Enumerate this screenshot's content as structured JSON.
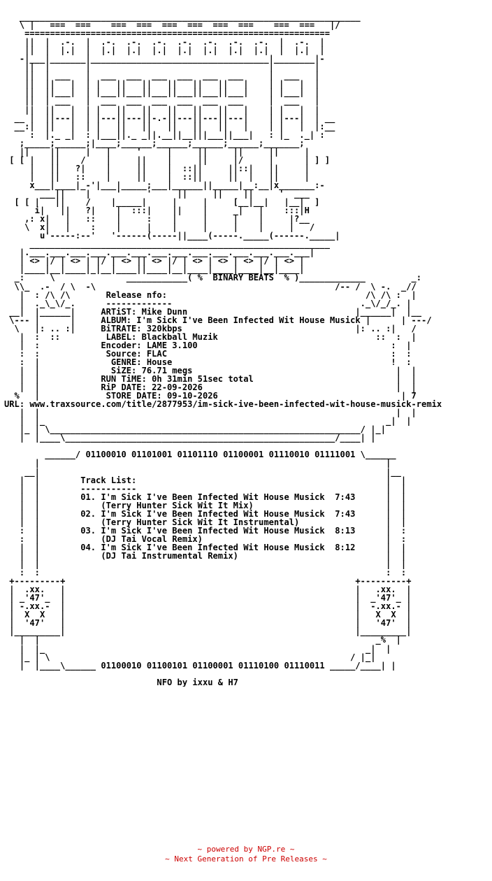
{
  "nfo": {
    "lines": [
      "   ___________________________________________________________________",
      "   \\ |   ===  ===    ===  ===  ===  ===  ===  ===    ===  ===   |/",
      "    ============================================================",
      "    ||  |  .-.  |  .-.  .-.  .-.  .-.  .-.  .-.  .-.  |  .-.  |",
      "    ||  |  |.|  |  |.|  |.|  |.|  |.|  |.|  |.|  |.|  |  |.|  |",
      "   -|___|_______|___________________________________|________|-",
      "    ||  |       |                                   |        |",
      "    ||  | ___   |  ___  ___  ___  ___  ___  ___     |  ___   |",
      "    ||  ||   |  | |   ||   ||   ||   ||   ||   |    | |   |  |",
      "    ||  ||___|  | |___||___||___||___||___||___|    | |___|  |",
      "    ||  | ___   |  ___  ___  ___  ___  ___  ___     |  ___   |",
      "    ||  ||   |  | |   ||   ||   ||   ||   ||   |    | |   |  |",
      "  __ |  ||---|  | |---||---||-.-||---||---||---|    | |---|  | __",
      "  __:|  ||   |  | |   ||   ||   ||   ||   ||   |    | |   |  |:__",
      "     :  |._ _|  : |___||._ _||.__||__|||___||___|   : |_  ._| :",
      "   ;_____;______;|____;______;______;______;______;_______;",
      "   ||    ||     |   |     '     |     ||     ||     ||     |",
      " [ [ |   ||    /    |     ||    |     ||     |/     |      | ] ]",
      "     |   ||   ?|    |     ||    |  ::||     ||::|   ||     |",
      "     |   ||   ::    |     ||    |  ::||     ||  |   ||     |",
      "     x___|____|_-'|___|_____;___|______||_____|__:__|x_______:-",
      "       ___||    |     '     '     ||     ||    ||     '  ___",
      "  [ [ |   ||    /    |_____|     |     |     [__|__|   |__|  ]",
      "      i|   ||   ?|    |  :::|    ||    |     _|   |    :::|H",
      "    ,: x|   |   ::    |     :    |     |     |    |     |?__",
      "    \\  x|   |    :    |     |    |     |     |    |     |   /",
      "       u'-----:--'   '------(-----||____(-----._____(------._____|",
      "     ___________________________________________________________",
      "   |.___.___.___.___.___.___.___.___.___.___.___.___.___.___|",
      "   | <> |/ | <> | |/ | <> || <> |/ | <> | <> | <> |/ | <> |",
      "   |____|__|____|_|__|____||____|__|____|____|____|__|____|",
      "  _:     \\              ____________( %  BINARY BEATS  % )_____________         _:",
      "  \\\\_  .-  / \\  -\\                                               /-- /  \\ -.  _//",
      "   |  : /\\ /\\       Release nfo:                                       /\\ /\\ :  |",
      "   |  ._\\_\\/_.      -------------                                     ._\\/_/_. |",
      " __|  |______|     ARTiST: Mike Dunn                                 |______|  |__",
      " \\--- |      |     ALBUM: I'm Sick I've Been Infected Wit House Musick |      | ---/",
      "  \\   |: .. :|     BiTRATE: 320kbps                                  |: .. :|   /",
      "   |  :  ::         LABEL: Blackball Muzik                               ::  :  |",
      "   |  :            Encoder: LAME 3.100                                      :  |",
      "   :  :             Source: FLAC                                            :  :",
      "   :  |              GENRE: House                                           !  :",
      "   |  |              SiZE: 76.71 megs                                        |  |",
      "   |  |            RUN TiME: 0h 31min 51sec total                            |  |",
      "   |  |            RiP DATE: 22-09-2026                                      |  |",
      "  %   |             STORE DATE: 09-10-2026                                    | 7",
      "URL: www.traxsource.com/title/2877953/im-sick-ive-been-infected-wit-house-musick-remix",
      "   |  |                                                                      |  |",
      "   |  |_                                                                   _|  |",
      "   |_ | \\_____________________________________________________________/ |_|",
      "   |  |____\\_____________________________________________________/____| |",
      "",
      "        ______/ 01100010 01101001 01101110 01100001 01110010 01111001 \\______",
      "      |                                                                    |",
      "    __|                                                                    |__",
      "   |  |        Track List:                                                 |  |",
      "   |  |        -----------                                                 |  |",
      "   |  |        01. I'm Sick I've Been Infected Wit House Musick  7:43      |  |",
      "   |  |            (Terry Hunter Sick Wit It Mix)                          |  |",
      "   |  |        02. I'm Sick I've Been Infected Wit House Musick  7:43      |  |",
      "   |  |            (Terry Hunter Sick Wit It Instrumental)                 |  |",
      "   :  |        03. I'm Sick I've Been Infected Wit House Musick  8:13      |  :",
      "   :  |            (DJ Tai Vocal Remix)                                    |  :",
      "   |  |        04. I'm Sick I've Been Infected Wit House Musick  8:12      |  |",
      "   |  |            (DJ Tai Instrumental Remix)                             |  |",
      "   |  |                                                                    |  |",
      "   :  :                                                                    :  :",
      " +---------+                                                         +---------+",
      " |  .xx.   |                                                         |   .xx.  |",
      " | _'47'_  |                                                         |  _'47'_ |",
      " | -.xx.-  |                                                         |  -.xx.- |",
      " |  X  X   |                                                         |   X  X  |",
      " |  '47'   |                                                         |   '47'  |",
      " |_________|                                                         |_________|",
      "   |  |                                                                  _%  |",
      "   |  |_                                                               _|  |",
      "   |_ | \\                                                           / |_|",
      "   |  |____\\______ 01100010 01100101 01100001 01110100 01110011 _____/____| |",
      "",
      "                              NFO by ixxu & H7"
    ]
  },
  "footer": {
    "line1": "~ powered by NGP.re ~",
    "line2": "~ Next Generation of Pre Releases ~"
  }
}
